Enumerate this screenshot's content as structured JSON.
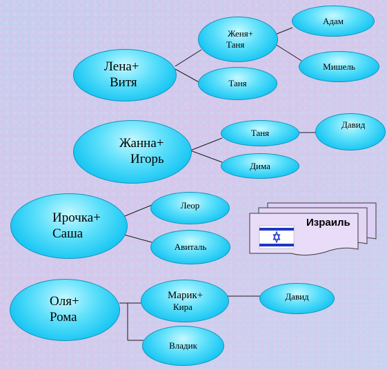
{
  "nodes": {
    "lena_vitya": [
      "Лена+",
      "Витя"
    ],
    "zhenya_tanya": [
      "Женя+",
      "Таня"
    ],
    "tanya_1": "Таня",
    "adam": "Адам",
    "mishel": "Мишель",
    "zhanna_igor": [
      "Жанна+",
      "Игорь"
    ],
    "tanya_2": "Таня",
    "dima": "Дима",
    "david_1": "Давид",
    "irochka_sasha": [
      "Ирочка+",
      "Саша"
    ],
    "leor": "Леор",
    "avital": "Авиталь",
    "olya_roma": [
      "Оля+",
      "Рома"
    ],
    "marik_kira": [
      "Марик+",
      "Кира"
    ],
    "vladik": "Владик",
    "david_2": "Давид"
  },
  "banner": {
    "label": "Израиль",
    "flag": "israel-flag"
  },
  "colors": {
    "node_fill": "#18c6f3",
    "node_highlight": "#c4f8ff",
    "banner_fill": "#d9c9f2",
    "flag_blue": "#1f35c8"
  }
}
